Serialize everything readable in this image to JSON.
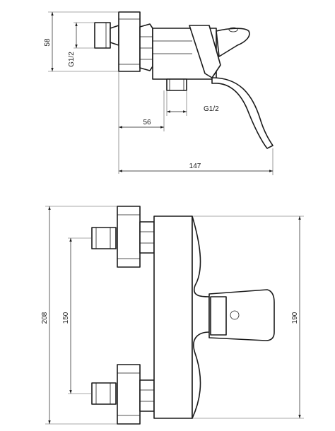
{
  "side_view": {
    "dim_height": "58",
    "dim_thread_inlet": "G1/2",
    "dim_outlet_offset": "56",
    "dim_thread_outlet": "G1/2",
    "dim_depth": "147"
  },
  "front_view": {
    "dim_total_height": "208",
    "dim_inlet_spacing": "150",
    "dim_body_height": "190"
  }
}
